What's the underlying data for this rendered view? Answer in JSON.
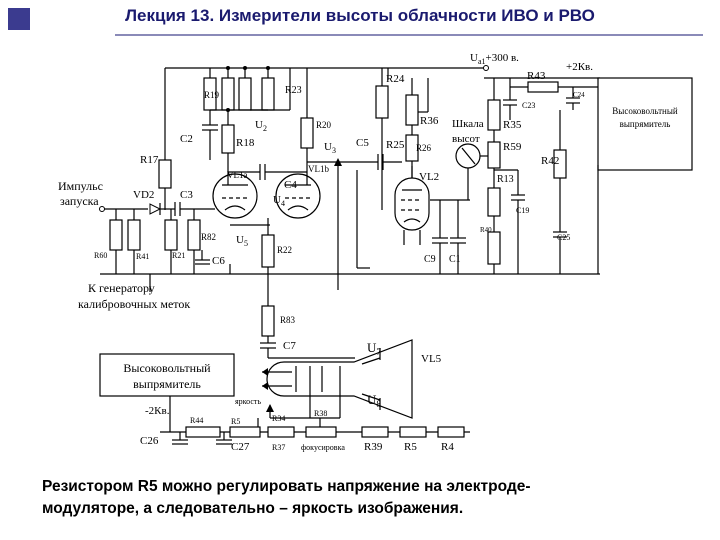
{
  "slide": {
    "title": "Лекция 13. Измерители высоты облачности ИВО и РВО",
    "caption_line1": "Резистором R5 можно регулировать напряжение на электроде-",
    "caption_line2": "модуляторе, а следовательно – яркость изображения."
  },
  "colors": {
    "title": "#1a1a6e",
    "accent": "#3b3b8f",
    "line": "#8a8ab8"
  },
  "labels": {
    "ua1": "U",
    "ua1_sub": "a1",
    "ua1_value": "+300 в.",
    "plus2kv": "+2Кв.",
    "minus2kv": "-2Кв.",
    "hv_rectifier_top_1": "Высоковольтный",
    "hv_rectifier_top_2": "выпрямитель",
    "hv_rectifier_bottom_1": "Высоковольтный",
    "hv_rectifier_bottom_2": "выпрямитель",
    "pulse_1": "Импульс",
    "pulse_2": "запуска",
    "marks_1": "К генератору",
    "marks_2": "калибровочных меток",
    "scale_1": "Шкала",
    "scale_2": "высот",
    "brightness": "яркость",
    "focus": "фокусировка",
    "R19": "R19",
    "R23": "R23",
    "R24": "R24",
    "R43": "R43",
    "C23": "C23",
    "C24": "C24",
    "R36": "R36",
    "R35": "R35",
    "R59": "R59",
    "R42": "R42",
    "R18": "R18",
    "R20": "R20",
    "R17": "R17",
    "C2": "C2",
    "C3": "C3",
    "C4": "C4",
    "C5": "C5",
    "R25": "R25",
    "R26": "R26",
    "R13": "R13",
    "C19": "C19",
    "R40": "R40",
    "C25": "C25",
    "R60": "R60",
    "R41": "R41",
    "R21": "R21",
    "R82": "R82",
    "C6": "C6",
    "R22": "R22",
    "R83": "R83",
    "C7": "C7",
    "C9": "C9",
    "C1": "C1",
    "VD2": "VD2",
    "VL1a": "VL1a",
    "VL1b": "VL1b",
    "VL2": "VL2",
    "VL5": "VL5",
    "U2": "U",
    "U2_sub": "2",
    "U3": "U",
    "U3_sub": "3",
    "U4": "U",
    "U4_sub": "4",
    "U5": "U",
    "U5_sub": "5",
    "U7": "U",
    "U7_sub": "7",
    "U8": "U",
    "U8_sub": "8",
    "R44": "R44",
    "R5a": "R5",
    "R34": "R34",
    "R38": "R38",
    "C26": "C26",
    "C27": "C27",
    "R37": "R37",
    "R39": "R39",
    "R5b": "R5",
    "R4": "R4"
  }
}
